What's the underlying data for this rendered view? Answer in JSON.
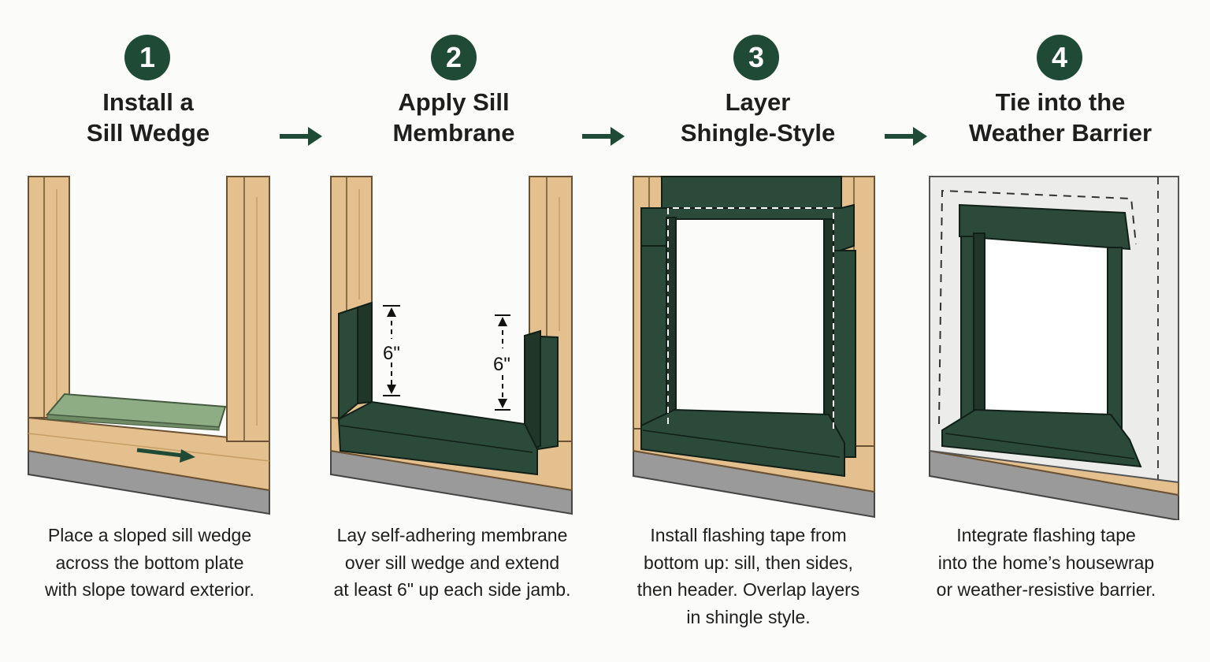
{
  "steps": [
    {
      "number": "1",
      "title_lines": [
        "Install a",
        "Sill Wedge"
      ],
      "desc_lines": [
        "Place a sloped sill wedge",
        "across the bottom plate",
        "with slope toward exterior."
      ]
    },
    {
      "number": "2",
      "title_lines": [
        "Apply Sill",
        "Membrane"
      ],
      "desc_lines": [
        "Lay self-adhering membrane",
        "over sill wedge and extend",
        "at least 6\" up each side jamb."
      ],
      "dimension_left": "6\"",
      "dimension_right": "6\""
    },
    {
      "number": "3",
      "title_lines": [
        "Layer",
        "Shingle-Style"
      ],
      "desc_lines": [
        "Install flashing tape from",
        "bottom up: sill, then sides,",
        "then header. Overlap layers",
        "in shingle style."
      ]
    },
    {
      "number": "4",
      "title_lines": [
        "Tie into the",
        "Weather Barrier"
      ],
      "desc_lines": [
        "Integrate flashing tape",
        "into the home’s housewrap",
        "or weather-resistive barrier."
      ]
    }
  ],
  "colors": {
    "badge": "#1f4a35",
    "membrane": "#2c4a3a",
    "wood": "#e3c08d",
    "sill_wedge": "#8fad85",
    "foundation": "#9a9a9a",
    "housewrap": "#ececea"
  },
  "icons": {
    "step_arrow": "arrow-right-icon"
  }
}
